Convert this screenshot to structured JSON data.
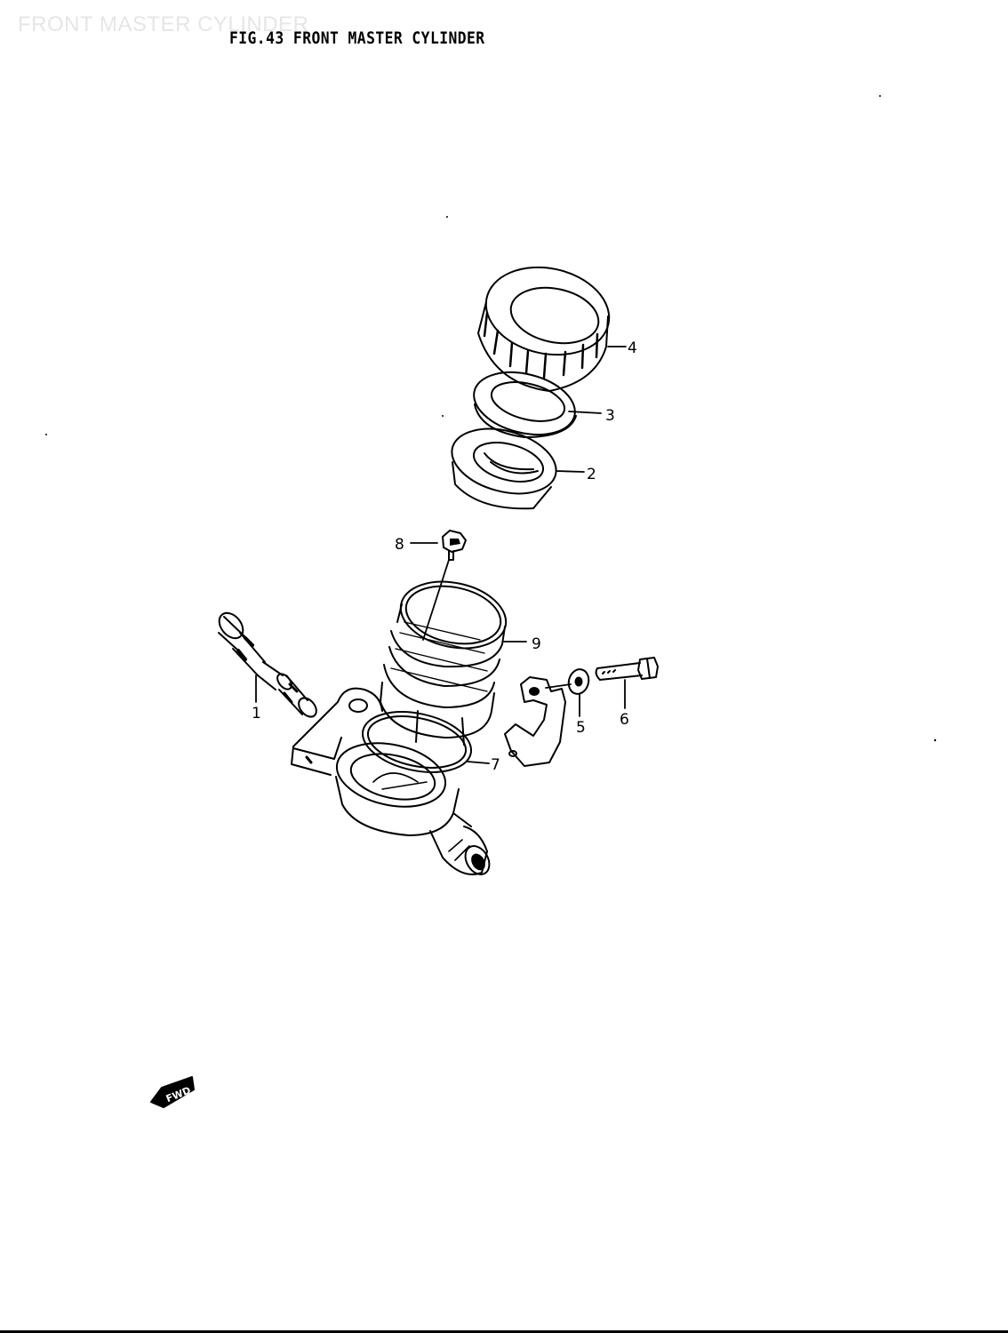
{
  "header": {
    "watermark": "FRONT MASTER CYLINDER",
    "figure_number": "FIG.43",
    "figure_title": "FRONT MASTER CYLINDER"
  },
  "callouts": [
    {
      "id": "1",
      "part": "piston-set"
    },
    {
      "id": "2",
      "part": "diaphragm"
    },
    {
      "id": "3",
      "part": "plate"
    },
    {
      "id": "4",
      "part": "reservoir-cap"
    },
    {
      "id": "5",
      "part": "washer"
    },
    {
      "id": "6",
      "part": "bolt"
    },
    {
      "id": "7",
      "part": "o-ring"
    },
    {
      "id": "8",
      "part": "screw"
    },
    {
      "id": "9",
      "part": "reservoir"
    }
  ],
  "direction_marker": {
    "label": "FWD",
    "icon": "forward-arrow-icon"
  },
  "colors": {
    "ink": "#000000",
    "paper": "#ffffff",
    "watermark": "#e6e6e6"
  }
}
